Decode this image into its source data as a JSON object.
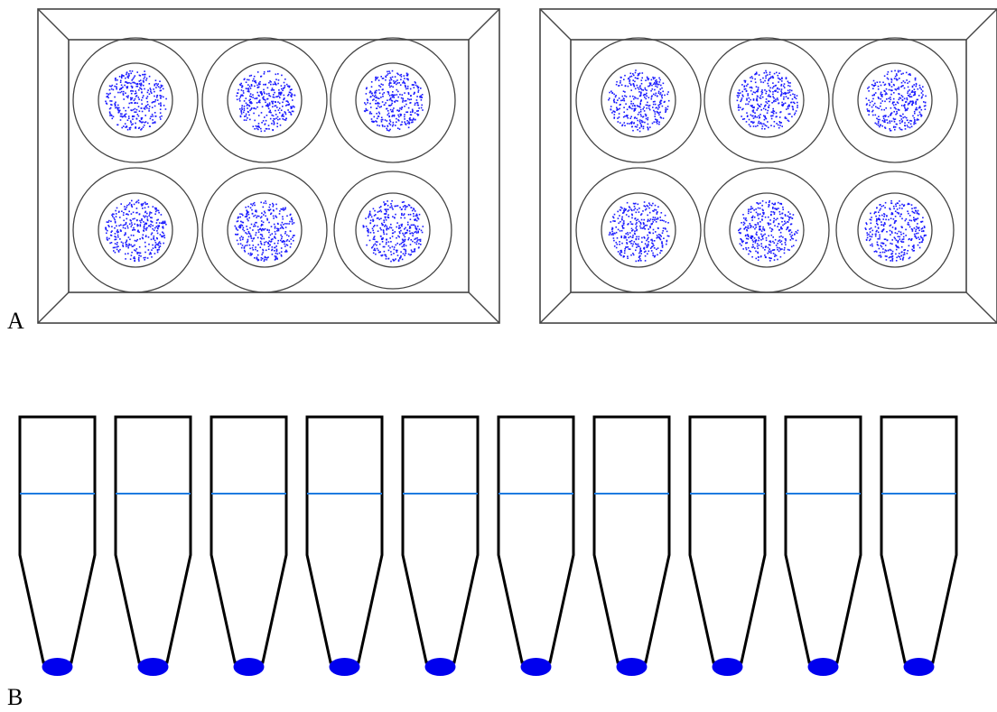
{
  "panels": {
    "a": {
      "label": "A",
      "plates": 2,
      "rows": 2,
      "cols": 3
    },
    "b": {
      "label": "B",
      "tubes": 10
    }
  },
  "colors": {
    "outline": "#444444",
    "dots": "#1a1aff",
    "tube_stroke": "#000000",
    "liquid_line": "#1e7be0",
    "pellet": "#0000ee"
  }
}
